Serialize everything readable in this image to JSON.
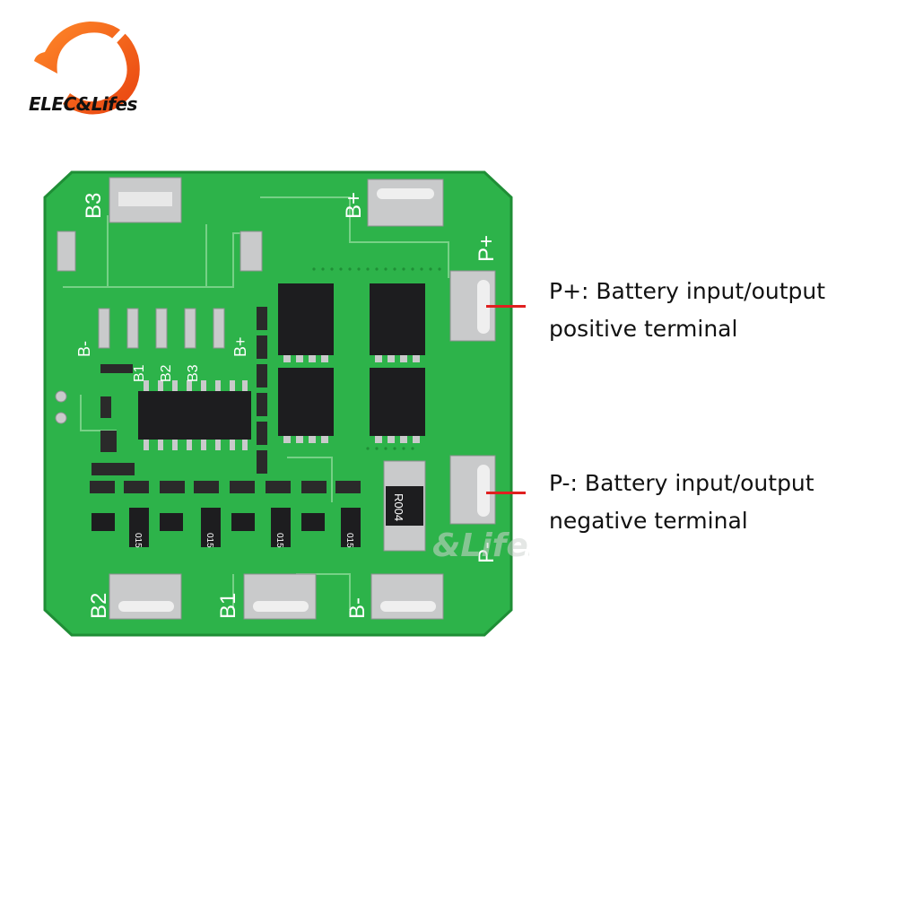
{
  "brand": {
    "name": "ELEC&Lifes",
    "accent": "#ff6a1a"
  },
  "board": {
    "color": "#2db34a",
    "labels": {
      "b3": "B3",
      "b_plus_top": "B+",
      "p_plus": "P+",
      "p_minus": "P-",
      "b2": "B2",
      "b1": "B1",
      "b_minus_bottom": "B-",
      "header_b_minus": "B-",
      "header_b1": "B1",
      "header_b2": "B2",
      "header_b3": "B3",
      "header_b_plus": "B+",
      "shunt_resistor": "R004",
      "res_0": "015",
      "res_1": "015",
      "res_2": "015",
      "res_3": "015"
    }
  },
  "callouts": [
    {
      "line1": "P+: Battery input/output",
      "line2": "positive terminal"
    },
    {
      "line1": "P-: Battery input/output",
      "line2": "negative terminal"
    }
  ],
  "watermark": "&Lifes"
}
